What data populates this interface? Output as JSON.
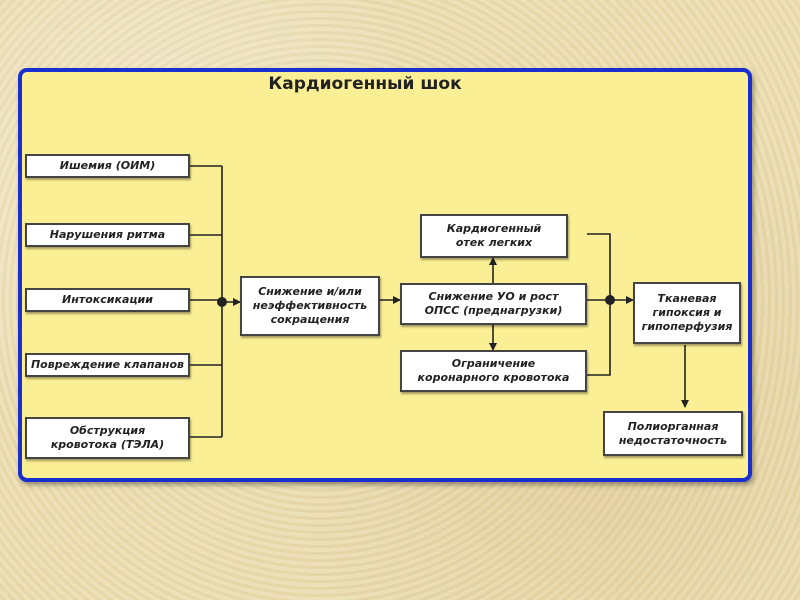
{
  "title": "Кардиогенный шок",
  "causes": [
    "Ишемия (ОИМ)",
    "Нарушения ритма",
    "Интоксикации",
    "Повреждение клапанов",
    "Обструкция кровотока (ТЭЛА)"
  ],
  "nodes": {
    "contractility": "Снижение и/или неэффективность сокращения",
    "sv_drop": "Снижение УО и рост ОПСС (преднагрузки)",
    "pulmonary_edema": "Кардиогенный отек легких",
    "coronary_limit": "Ограничение коронарного кровотока",
    "tissue_hypoxia": "Тканевая гипоксия и гипоперфузия",
    "organ_failure": "Полиорганная недостаточность"
  },
  "colors": {
    "panel": "#fbef95",
    "border": "#1a2fd0",
    "line": "#222222"
  }
}
